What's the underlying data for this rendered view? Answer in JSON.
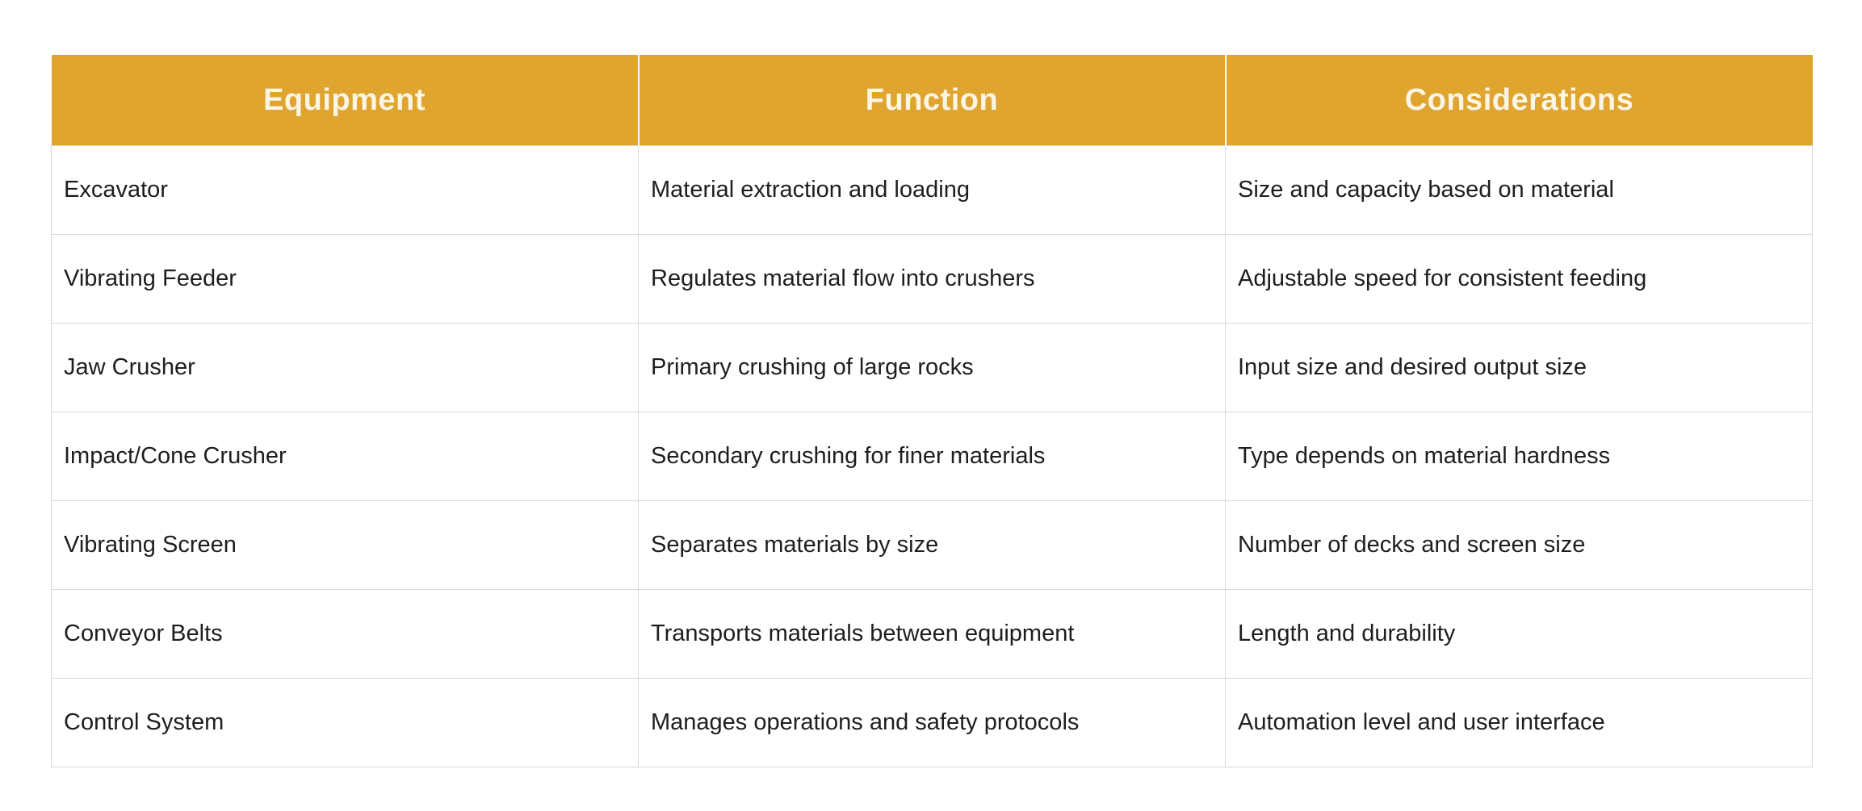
{
  "table": {
    "columns": [
      "Equipment",
      "Function",
      "Considerations"
    ],
    "rows": [
      [
        "Excavator",
        "Material extraction and loading",
        "Size and capacity based on material"
      ],
      [
        "Vibrating Feeder",
        "Regulates material flow into crushers",
        "Adjustable speed for consistent feeding"
      ],
      [
        "Jaw Crusher",
        "Primary crushing of large rocks",
        "Input size and desired output size"
      ],
      [
        "Impact/Cone Crusher",
        "Secondary crushing for finer materials",
        "Type depends on material hardness"
      ],
      [
        "Vibrating Screen",
        "Separates materials by size",
        "Number of decks and screen size"
      ],
      [
        "Conveyor Belts",
        "Transports materials between equipment",
        "Length and durability"
      ],
      [
        "Control System",
        "Manages operations and safety protocols",
        "Automation level and user interface"
      ]
    ],
    "colors": {
      "header_bg": "#DFA52F",
      "header_text": "#FBF5E6",
      "cell_text": "#1E1E1E",
      "border": "#D8D8D8",
      "page_background": "#FFFFFF"
    }
  }
}
